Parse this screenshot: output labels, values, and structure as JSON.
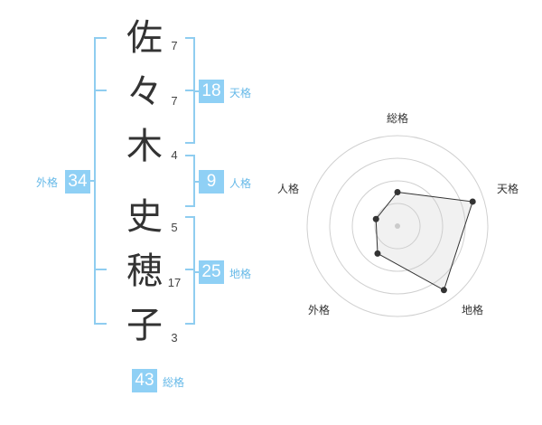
{
  "name": {
    "chars": [
      {
        "char": "佐",
        "strokes": "7"
      },
      {
        "char": "々",
        "strokes": "7"
      },
      {
        "char": "木",
        "strokes": "4"
      },
      {
        "char": "史",
        "strokes": "5"
      },
      {
        "char": "穂",
        "strokes": "17"
      },
      {
        "char": "子",
        "strokes": "3"
      }
    ]
  },
  "fortunes": {
    "tenkaku": {
      "value": "18",
      "label": "天格"
    },
    "jinkaku": {
      "value": "9",
      "label": "人格"
    },
    "chikaku": {
      "value": "25",
      "label": "地格"
    },
    "gaikaku": {
      "value": "34",
      "label": "外格"
    },
    "soukaku": {
      "value": "43",
      "label": "総格"
    }
  },
  "colors": {
    "accent": "#8fd0f5",
    "accent_text": "#66b9e8",
    "bracket": "#8fcdf0"
  },
  "chart_data": {
    "type": "radar",
    "axes": [
      "総格",
      "天格",
      "地格",
      "外格",
      "人格"
    ],
    "max": 4,
    "values": [
      1.5,
      3.5,
      3.5,
      1.5,
      1.0
    ],
    "grid_rings": 4
  }
}
